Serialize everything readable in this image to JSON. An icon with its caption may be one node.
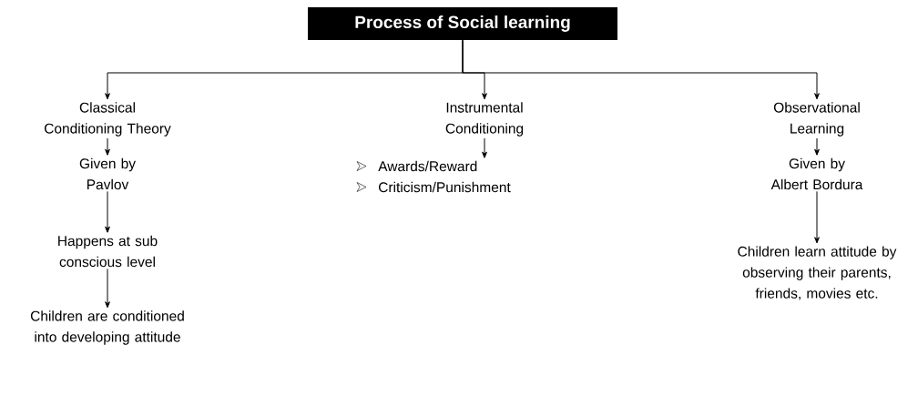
{
  "diagram": {
    "nodes": [
      {
        "text": [
          "Process of Social learning"
        ]
      },
      {
        "text": [
          "Classical Conditioning Theory"
        ]
      },
      {
        "text": [
          "Given by Pavlov"
        ]
      },
      {
        "text": [
          "Happens at sub conscious level"
        ]
      },
      {
        "text": [
          "Children are conditioned into developing attitude"
        ]
      },
      {
        "text": [
          "Instrumental Conditioning"
        ]
      },
      {
        "text": [
          "Awards/Reward",
          "Criticism/Punishment"
        ]
      },
      {
        "text": [
          "Observational Learning"
        ]
      },
      {
        "text": [
          "Given by Albert Bordura"
        ]
      },
      {
        "text": [
          "Children learn attitude by observing their parents, friends, movies etc."
        ]
      }
    ],
    "edges": [
      {
        "from": 0,
        "to": 1,
        "arrow": "to"
      },
      {
        "from": 0,
        "to": 5,
        "arrow": "to"
      },
      {
        "from": 0,
        "to": 7,
        "arrow": "to"
      },
      {
        "from": 1,
        "to": 2,
        "arrow": "to"
      },
      {
        "from": 2,
        "to": 3,
        "arrow": "to"
      },
      {
        "from": 3,
        "to": 4,
        "arrow": "to"
      },
      {
        "from": 5,
        "to": 6,
        "arrow": "to"
      },
      {
        "from": 7,
        "to": 8,
        "arrow": "to"
      },
      {
        "from": 8,
        "to": 9,
        "arrow": "to"
      }
    ]
  }
}
